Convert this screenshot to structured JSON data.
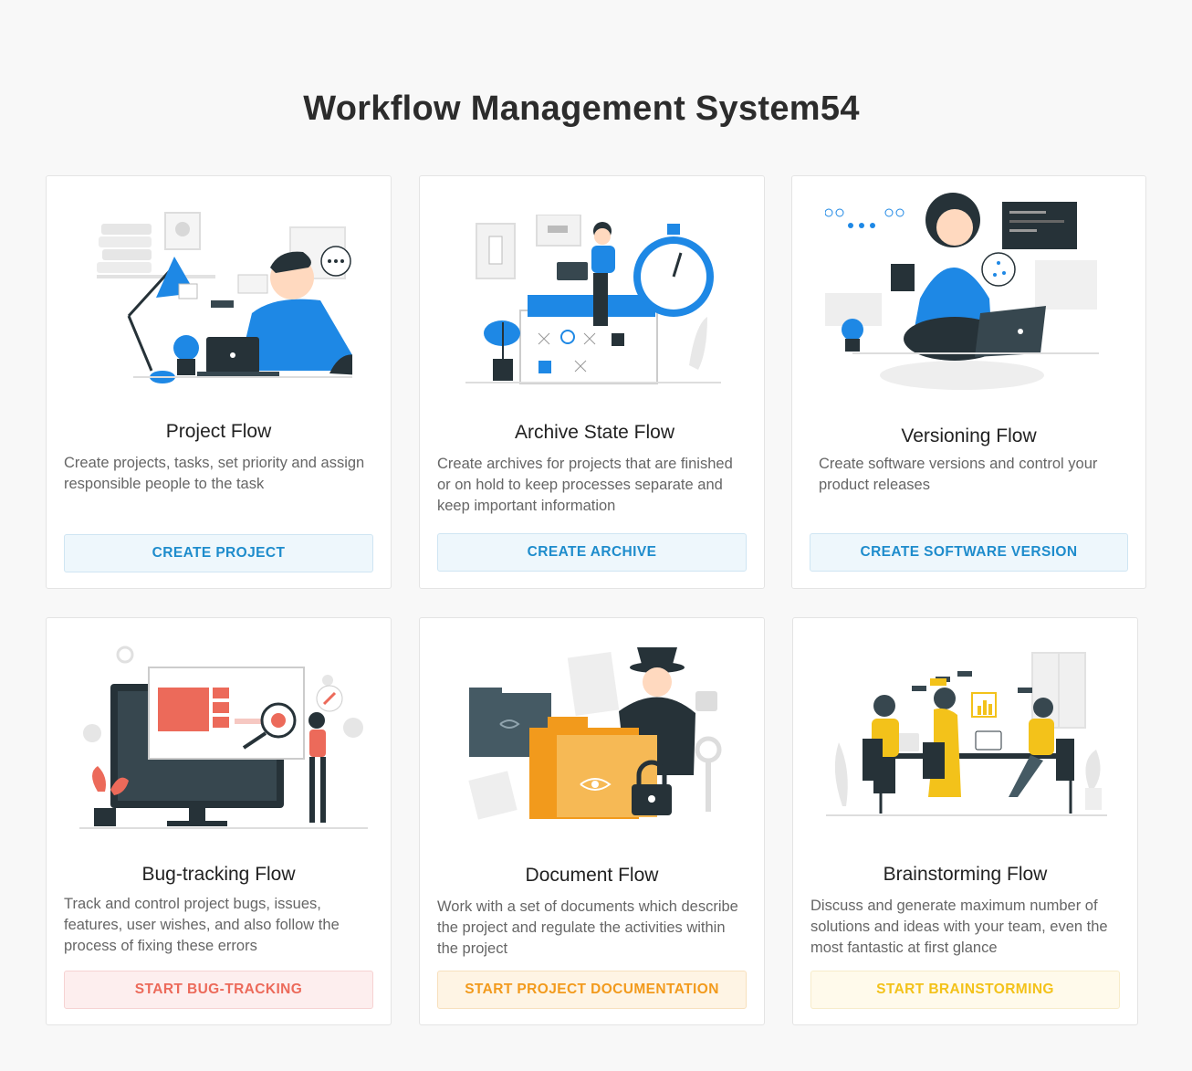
{
  "page": {
    "title": "Workflow Management System54"
  },
  "cards": [
    {
      "title": "Project Flow",
      "description": "Create projects, tasks, set priority and assign responsible people to the task",
      "button": "CREATE PROJECT",
      "accent": "#1e8ccc"
    },
    {
      "title": "Archive State Flow",
      "description": "Create archives for projects that are finished or on hold to keep processes separate and keep important information",
      "button": "CREATE ARCHIVE",
      "accent": "#1e8ccc"
    },
    {
      "title": "Versioning Flow",
      "description": "Create software versions and control your product releases",
      "button": "CREATE SOFTWARE VERSION",
      "accent": "#1e8ccc"
    },
    {
      "title": "Bug-tracking Flow",
      "description": "Track and control project bugs, issues, features, user wishes, and also follow the process of fixing these errors",
      "button": "START BUG-TRACKING",
      "accent": "#ec6a5a"
    },
    {
      "title": "Document Flow",
      "description": "Work with a set of documents which describe the project and regulate the activities within the project",
      "button": "START PROJECT DOCUMENTATION",
      "accent": "#f29a1c"
    },
    {
      "title": "Brainstorming Flow",
      "description": "Discuss and generate maximum number of solutions and ideas with your team, even the most fantastic at first glance",
      "button": "START BRAINSTORMING",
      "accent": "#f3c21a"
    }
  ]
}
